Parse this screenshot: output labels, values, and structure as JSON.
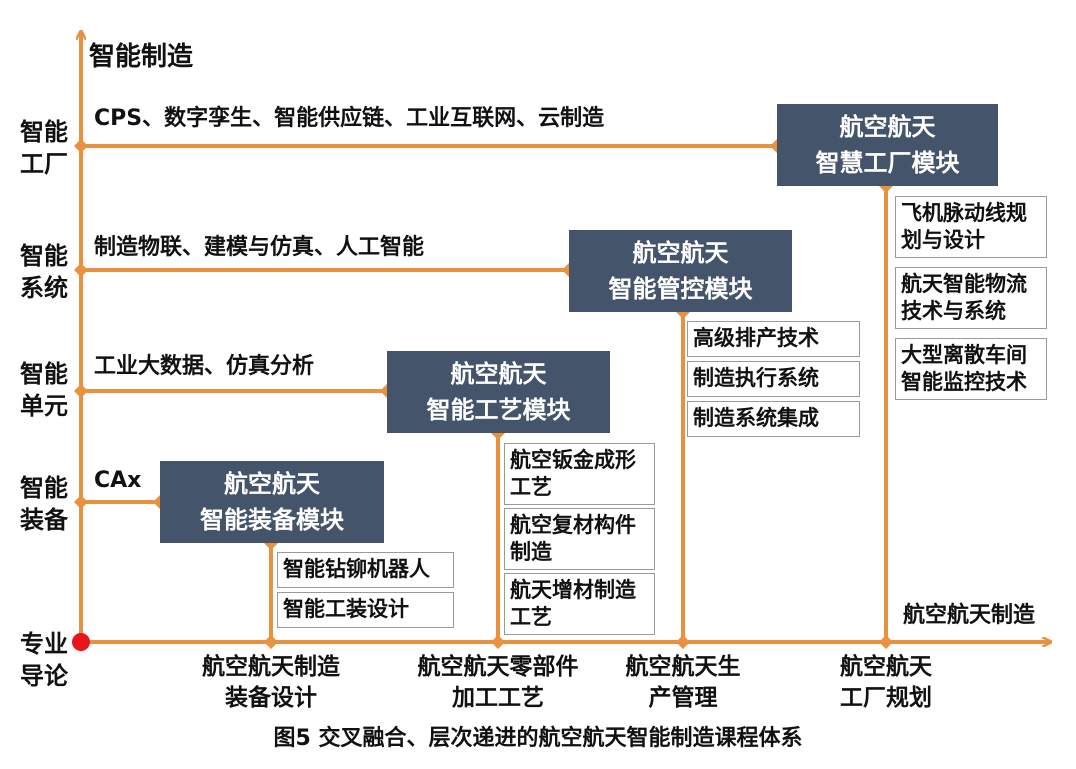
{
  "y_axis_title": "智能制造",
  "x_axis_title": "航空航天制造",
  "origin_label": [
    "专业",
    "导论"
  ],
  "levels": [
    {
      "line1": "智能",
      "line2": "工厂",
      "technologies": "CPS、数字孪生、智能供应链、工业互联网、云制造"
    },
    {
      "line1": "智能",
      "line2": "系统",
      "technologies": "制造物联、建模与仿真、人工智能"
    },
    {
      "line1": "智能",
      "line2": "单元",
      "technologies": "工业大数据、仿真分析"
    },
    {
      "line1": "智能",
      "line2": "装备",
      "technologies": "CAx"
    }
  ],
  "modules": [
    {
      "line1": "航空航天",
      "line2": "智慧工厂模块"
    },
    {
      "line1": "航空航天",
      "line2": "智能管控模块"
    },
    {
      "line1": "航空航天",
      "line2": "智能工艺模块"
    },
    {
      "line1": "航空航天",
      "line2": "智能装备模块"
    }
  ],
  "courses": {
    "equipment": [
      "智能钻铆机器人",
      "智能工装设计"
    ],
    "craft": [
      "航空钣金成形工艺",
      "航空复材构件制造",
      "航天增材制造工艺"
    ],
    "control": [
      "高级排产技术",
      "制造执行系统",
      "制造系统集成"
    ],
    "factory": [
      "飞机脉动线规划与设计",
      "航天智能物流技术与系统",
      "大型离散车间智能监控技术"
    ]
  },
  "x_stages": [
    {
      "line1": "航空航天制造",
      "line2": "装备设计"
    },
    {
      "line1": "航空航天零部件",
      "line2": "加工工艺"
    },
    {
      "line1": "航空航天生",
      "line2": "产管理"
    },
    {
      "line1": "航空航天",
      "line2": "工厂规划"
    }
  ],
  "caption": "图5 交叉融合、层次递进的航空航天智能制造课程体系",
  "colors": {
    "line": "#e8913e",
    "module_fill": "#44546a",
    "origin_dot": "#e8151b",
    "box_border": "#9a9a9a"
  }
}
